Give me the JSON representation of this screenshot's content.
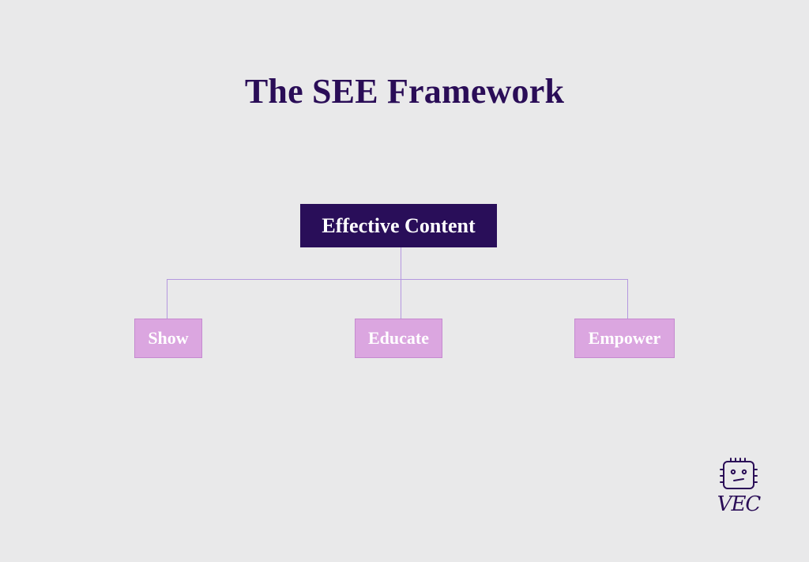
{
  "title": "The SEE Framework",
  "root": {
    "label": "Effective Content"
  },
  "children": [
    {
      "label": "Show"
    },
    {
      "label": "Educate"
    },
    {
      "label": "Empower"
    }
  ],
  "logo": {
    "text": "VEC",
    "icon": "robot-face-icon"
  },
  "colors": {
    "background": "#e9e9ea",
    "title": "#2a0d57",
    "root_bg": "#290e59",
    "leaf_bg": "#dba6e0",
    "leaf_border": "#c58ad0",
    "connector": "#b497df"
  }
}
